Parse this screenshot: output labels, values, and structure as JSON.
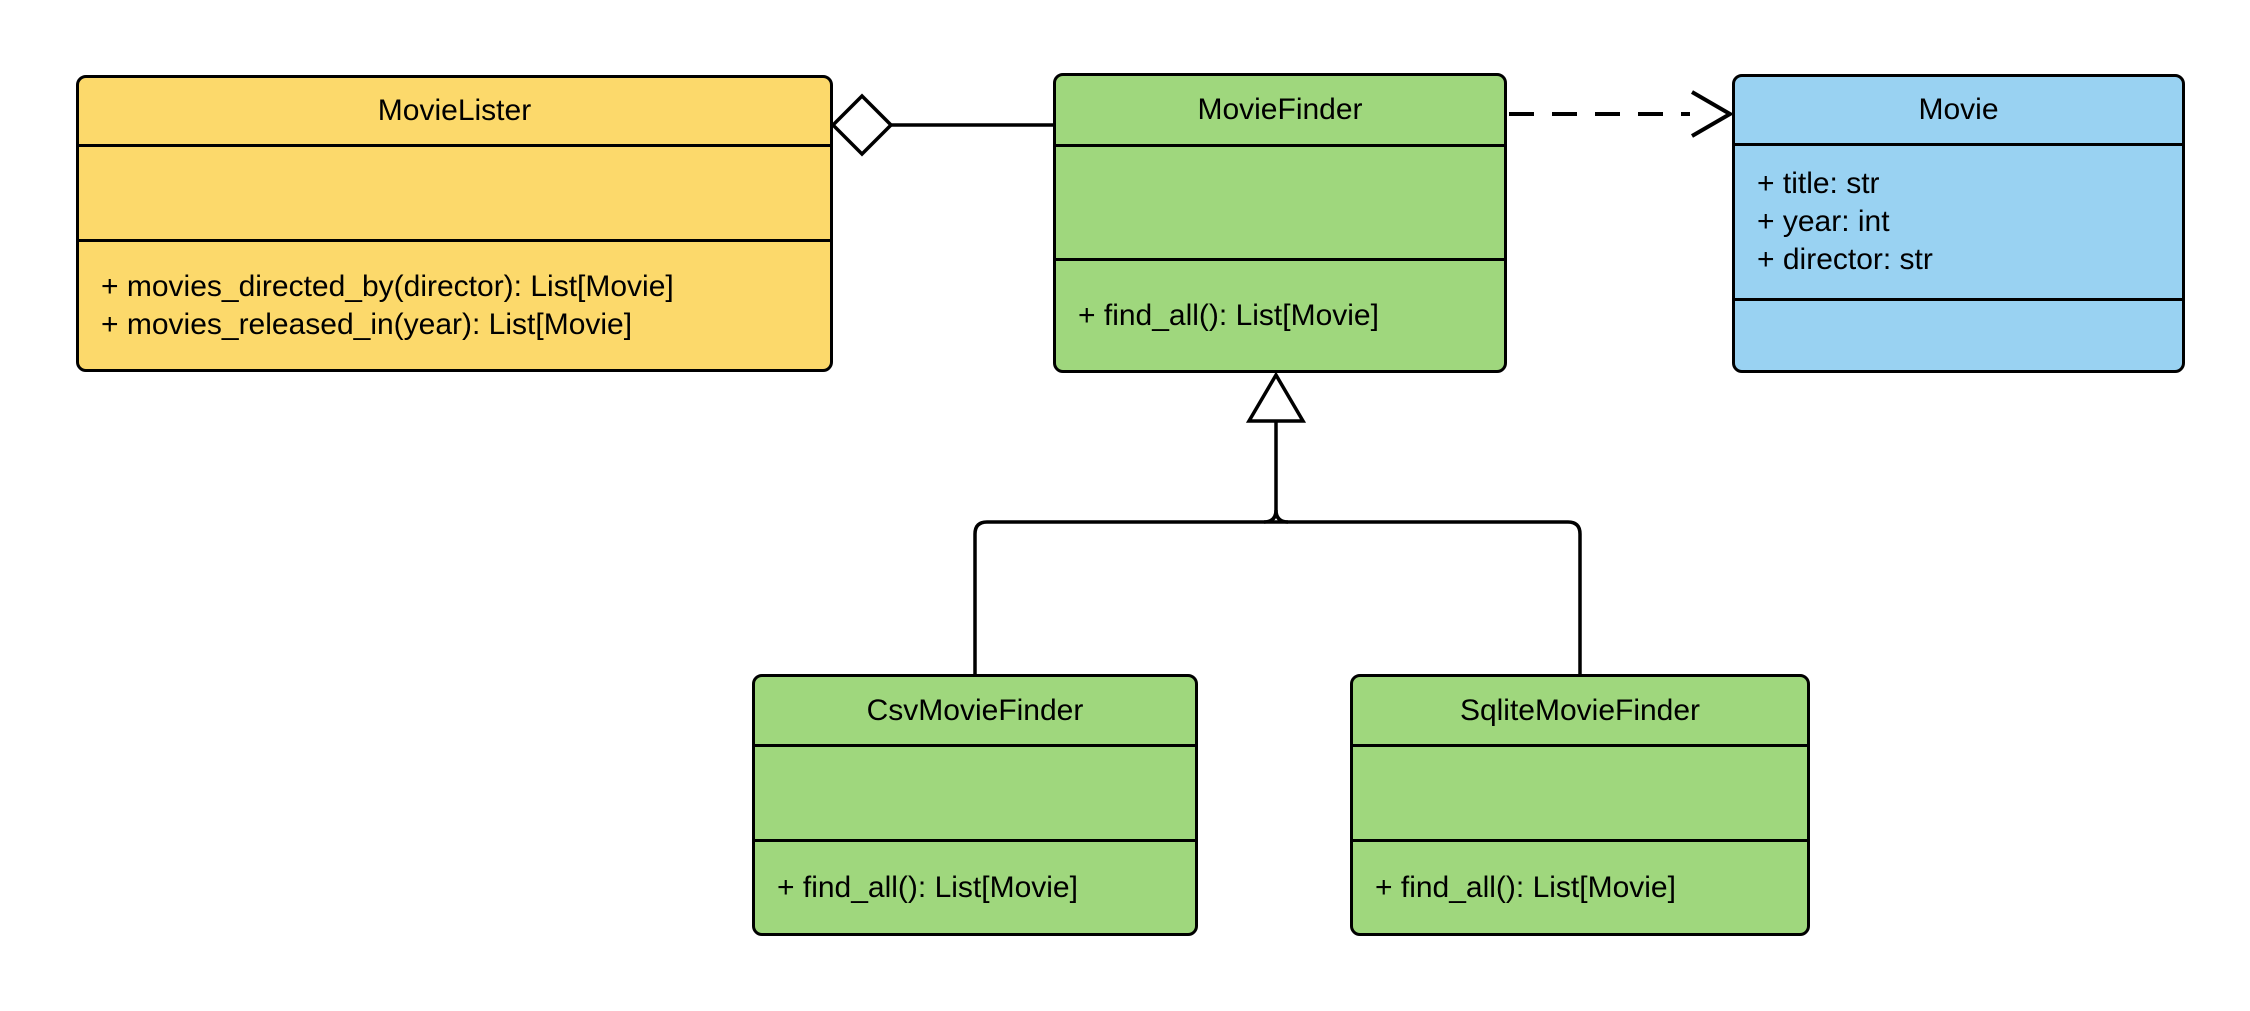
{
  "diagram": {
    "type": "uml-class-diagram",
    "background": "#ffffff",
    "stroke_color": "#000000"
  },
  "colors": {
    "lister_fill": "#FCD96B",
    "finder_fill": "#9FD77D",
    "movie_fill": "#99D2F2",
    "stroke": "#000000",
    "marker_fill": "#ffffff"
  },
  "classes": {
    "movie_lister": {
      "name": "MovieLister",
      "fill": "#FCD96B",
      "attributes": [],
      "methods": [
        "+ movies_directed_by(director): List[Movie]",
        "+ movies_released_in(year): List[Movie]"
      ]
    },
    "movie_finder": {
      "name": "MovieFinder",
      "fill": "#9FD77D",
      "attributes": [],
      "methods": [
        "+ find_all(): List[Movie]"
      ]
    },
    "movie": {
      "name": "Movie",
      "fill": "#99D2F2",
      "attributes": [
        "+ title: str",
        "+ year: int",
        "+ director: str"
      ],
      "methods": []
    },
    "csv_movie_finder": {
      "name": "CsvMovieFinder",
      "fill": "#9FD77D",
      "attributes": [],
      "methods": [
        "+ find_all(): List[Movie]"
      ]
    },
    "sqlite_movie_finder": {
      "name": "SqliteMovieFinder",
      "fill": "#9FD77D",
      "attributes": [],
      "methods": [
        "+ find_all(): List[Movie]"
      ]
    }
  },
  "relationships": [
    {
      "type": "aggregation",
      "from": "MovieLister",
      "to": "MovieFinder",
      "line": "solid",
      "marker": "hollow-diamond-at-source"
    },
    {
      "type": "dependency",
      "from": "MovieFinder",
      "to": "Movie",
      "line": "dashed",
      "marker": "open-arrow-at-target"
    },
    {
      "type": "inheritance",
      "from": "CsvMovieFinder",
      "to": "MovieFinder",
      "line": "solid",
      "marker": "hollow-triangle-at-target"
    },
    {
      "type": "inheritance",
      "from": "SqliteMovieFinder",
      "to": "MovieFinder",
      "line": "solid",
      "marker": "hollow-triangle-at-target"
    }
  ]
}
